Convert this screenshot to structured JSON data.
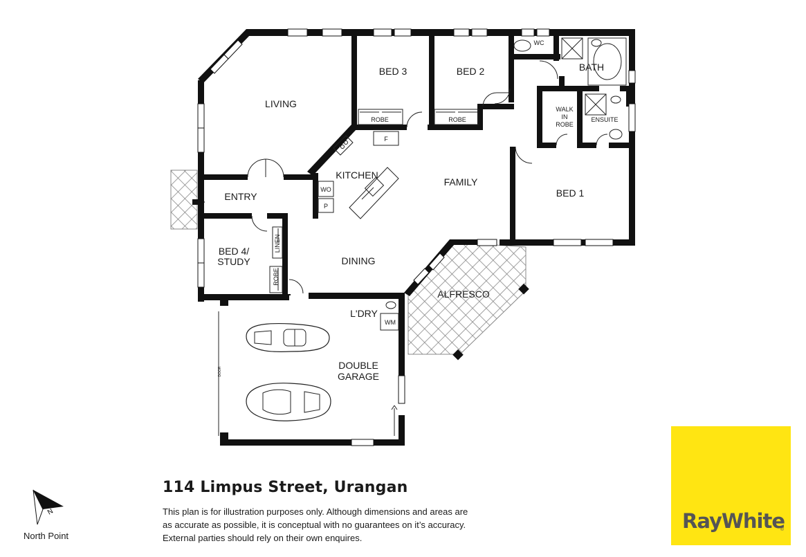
{
  "rooms": {
    "living": "LIVING",
    "bed3": "BED 3",
    "bed2": "BED 2",
    "bath": "BATH",
    "wc": "WC",
    "robe": "ROBE",
    "walk_in_robe": [
      "WALK",
      "IN",
      "ROBE"
    ],
    "ensuite": "ENSUITE",
    "fridge": "F",
    "kitchen": "KITCHEN",
    "wo": "WO",
    "pantry": "P",
    "family": "FAMILY",
    "bed1": "BED 1",
    "entry": "ENTRY",
    "bed4": [
      "BED 4/",
      "STUDY"
    ],
    "linen": "LINEN",
    "dining": "DINING",
    "alfresco": "ALFRESCO",
    "laundry": "L'DRY",
    "wm": "WM",
    "garage": [
      "DOUBLE",
      "GARAGE"
    ],
    "garage_door": "DOOR"
  },
  "title": "114 Limpus Street, Urangan",
  "disclaimer": [
    "This plan is for illustration purposes only.  Although dimensions and areas are",
    "as accurate as possible, it is conceptual with no guarantees on it’s accuracy.",
    "External parties should rely on their own enquires."
  ],
  "compass": {
    "label": "North Point",
    "letter": "N"
  },
  "brand": {
    "name": "RayWhite",
    "reg": "®",
    "color": "#ffe512"
  },
  "colors": {
    "wall": "#111111",
    "paving": "#cccccc"
  }
}
